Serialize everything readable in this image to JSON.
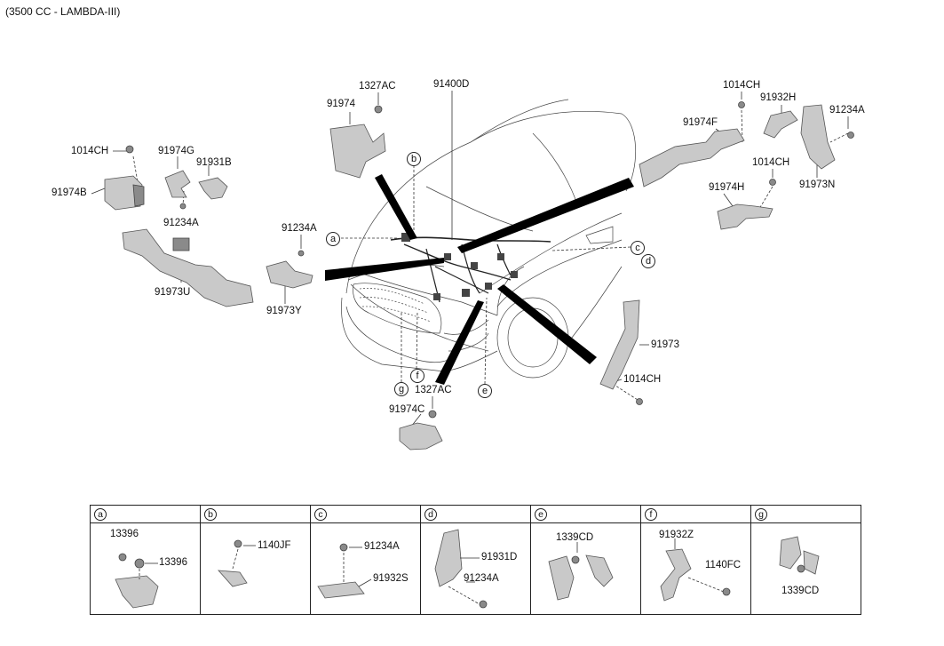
{
  "header": {
    "engine": "(3500 CC - LAMBDA-III)"
  },
  "parts": {
    "p91400D": "91400D",
    "p1327AC_top": "1327AC",
    "p91974": "91974",
    "p1014CH_left": "1014CH",
    "p91974G": "91974G",
    "p91931B": "91931B",
    "p91974B": "91974B",
    "p91234A_left": "91234A",
    "p91973U": "91973U",
    "p91234A_mid": "91234A",
    "p91973Y": "91973Y",
    "p1014CH_tr": "1014CH",
    "p91932H": "91932H",
    "p91234A_right": "91234A",
    "p91974F": "91974F",
    "p1014CH_r2": "1014CH",
    "p91974H": "91974H",
    "p91973N": "91973N",
    "p91973": "91973",
    "p1014CH_br": "1014CH",
    "p1327AC_bot": "1327AC",
    "p91974C": "91974C"
  },
  "callouts": {
    "a": "a",
    "b": "b",
    "c": "c",
    "d": "d",
    "e": "e",
    "f": "f",
    "g": "g"
  },
  "legend": [
    {
      "key": "a",
      "labels": [
        "13396",
        "13396"
      ]
    },
    {
      "key": "b",
      "labels": [
        "1140JF"
      ]
    },
    {
      "key": "c",
      "labels": [
        "91234A",
        "91932S"
      ]
    },
    {
      "key": "d",
      "labels": [
        "91931D",
        "91234A"
      ]
    },
    {
      "key": "e",
      "labels": [
        "1339CD"
      ]
    },
    {
      "key": "f",
      "labels": [
        "91932Z",
        "1140FC"
      ]
    },
    {
      "key": "g",
      "labels": [
        "1339CD"
      ]
    }
  ]
}
